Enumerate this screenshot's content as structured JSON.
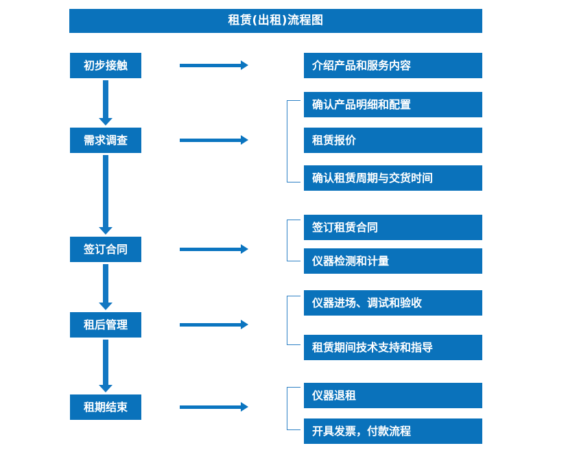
{
  "chart_data": {
    "type": "diagram",
    "title": "租赁(出租)流程图",
    "subtype": "flowchart",
    "orientation": "vertical-with-branches",
    "colors": {
      "box_fill": "#0a72bb",
      "box_text": "#ffffff",
      "arrow": "#0b75c0",
      "vertical_arrow": "#1277c2",
      "bracket": "#2b7fc4",
      "background": "#ffffff"
    },
    "stages": [
      {
        "label": "初步接触",
        "details": [
          "介绍产品和服务内容"
        ],
        "bracketed": false
      },
      {
        "label": "需求调查",
        "details": [
          "确认产品明细和配置",
          "租赁报价",
          "确认租赁周期与交货时间"
        ],
        "bracketed": true
      },
      {
        "label": "签订合同",
        "details": [
          "签订租赁合同",
          "仪器检测和计量"
        ],
        "bracketed": true
      },
      {
        "label": "租后管理",
        "details": [
          "仪器进场、调试和验收",
          "租赁期间技术支持和指导"
        ],
        "bracketed": true
      },
      {
        "label": "租期结束",
        "details": [
          "仪器退租",
          "开具发票，付款流程"
        ],
        "bracketed": true
      }
    ]
  },
  "diagram": {
    "title": "租赁(出租)流程图",
    "stages": [
      {
        "label": "初步接触"
      },
      {
        "label": "需求调查"
      },
      {
        "label": "签订合同"
      },
      {
        "label": "租后管理"
      },
      {
        "label": "租期结束"
      }
    ],
    "details": [
      {
        "label": "介绍产品和服务内容"
      },
      {
        "label": "确认产品明细和配置"
      },
      {
        "label": "租赁报价"
      },
      {
        "label": "确认租赁周期与交货时间"
      },
      {
        "label": "签订租赁合同"
      },
      {
        "label": "仪器检测和计量"
      },
      {
        "label": "仪器进场、调试和验收"
      },
      {
        "label": "租赁期间技术支持和指导"
      },
      {
        "label": "仪器退租"
      },
      {
        "label": "开具发票，付款流程"
      }
    ]
  }
}
